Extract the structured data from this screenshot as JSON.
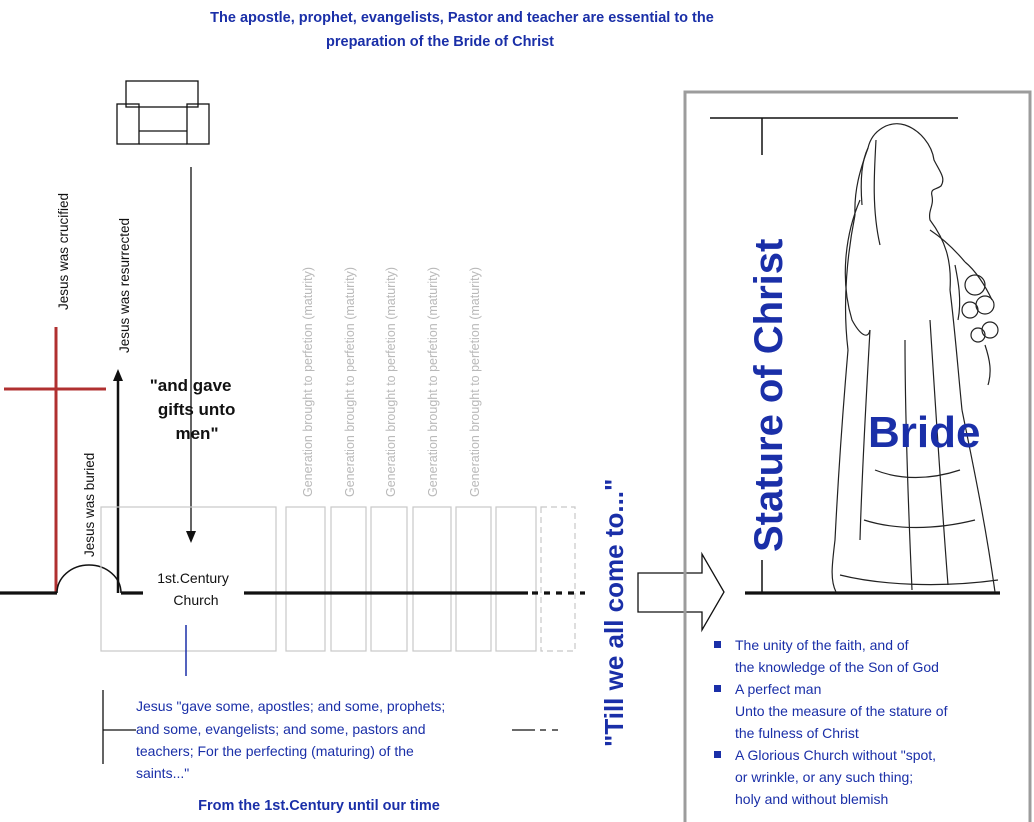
{
  "title": {
    "line1": "The apostle, prophet, evangelists, Pastor and teacher are essential to the",
    "line2": "preparation of the Bride of Christ"
  },
  "labels": {
    "crucified": "Jesus was crucified",
    "resurrected": "Jesus was resurrected",
    "buried": "Jesus was buried",
    "gave_gifts": [
      "\"and gave",
      "gifts unto",
      "men\""
    ],
    "church": [
      "1st.Century",
      "Church"
    ]
  },
  "generations": [
    "Generation brought to perfetion (maturity)",
    "Generation brought to perfetion (maturity)",
    "Generation brought to perfetion (maturity)",
    "Generation brought to perfetion (maturity)",
    "Generation brought to perfetion (maturity)"
  ],
  "scripture": [
    "Jesus \"gave some, apostles; and some, prophets;",
    "and some, evangelists; and some, pastors and",
    "teachers; For the perfecting (maturing) of the",
    "saints...\""
  ],
  "footer": "From the 1st.Century until our time",
  "till": "\"Till we all come to...\"",
  "panel": {
    "stature": "Stature of Christ",
    "bride": "Bride",
    "bullets": [
      [
        "The unity of the faith, and of",
        "the knowledge of the Son of God"
      ],
      [
        "A perfect man",
        "Unto the measure of the stature of",
        "the fulness of Christ"
      ],
      [
        "A Glorious Church without \"spot,",
        "or wrinkle, or any such thing;",
        "holy and without blemish"
      ]
    ]
  },
  "colors": {
    "blue": "#1a2fa8",
    "cross": "#b03030",
    "gray": "#b9b9b9"
  }
}
